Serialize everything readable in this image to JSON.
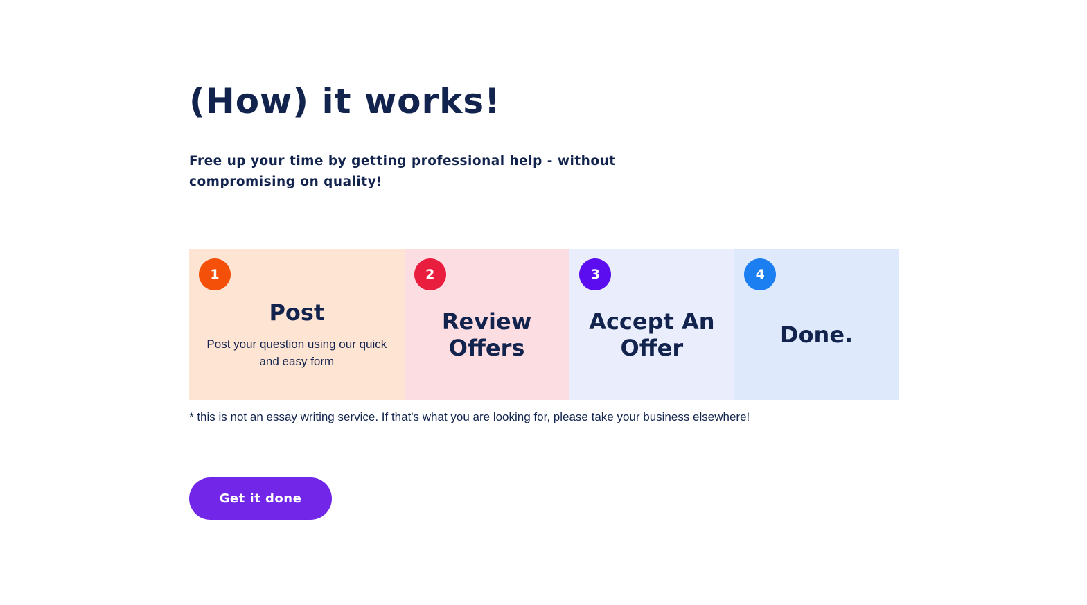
{
  "page": {
    "background": "#ffffff",
    "text_color": "#12234d"
  },
  "header": {
    "title": "(How) it works!",
    "subtitle": "Free up your time by getting professional help - without compromising on quality!"
  },
  "steps": [
    {
      "number": "1",
      "title": "Post",
      "description": "Post your question using our quick and easy form",
      "badge_color": "#f4500a",
      "background": "#fde4d3"
    },
    {
      "number": "2",
      "title": "Review Offers",
      "badge_color": "#e91e3f",
      "background": "#fcdde2"
    },
    {
      "number": "3",
      "title": "Accept An Offer",
      "badge_color": "#5b0df0",
      "background": "#e9edfc"
    },
    {
      "number": "4",
      "title": "Done.",
      "badge_color": "#1b7ff2",
      "background": "#deeafb"
    }
  ],
  "disclaimer": "* this is not an essay writing service. If that's what you are looking for, please take your business elsewhere!",
  "cta": {
    "label": "Get it done",
    "background": "#7227e8",
    "text_color": "#ffffff"
  }
}
